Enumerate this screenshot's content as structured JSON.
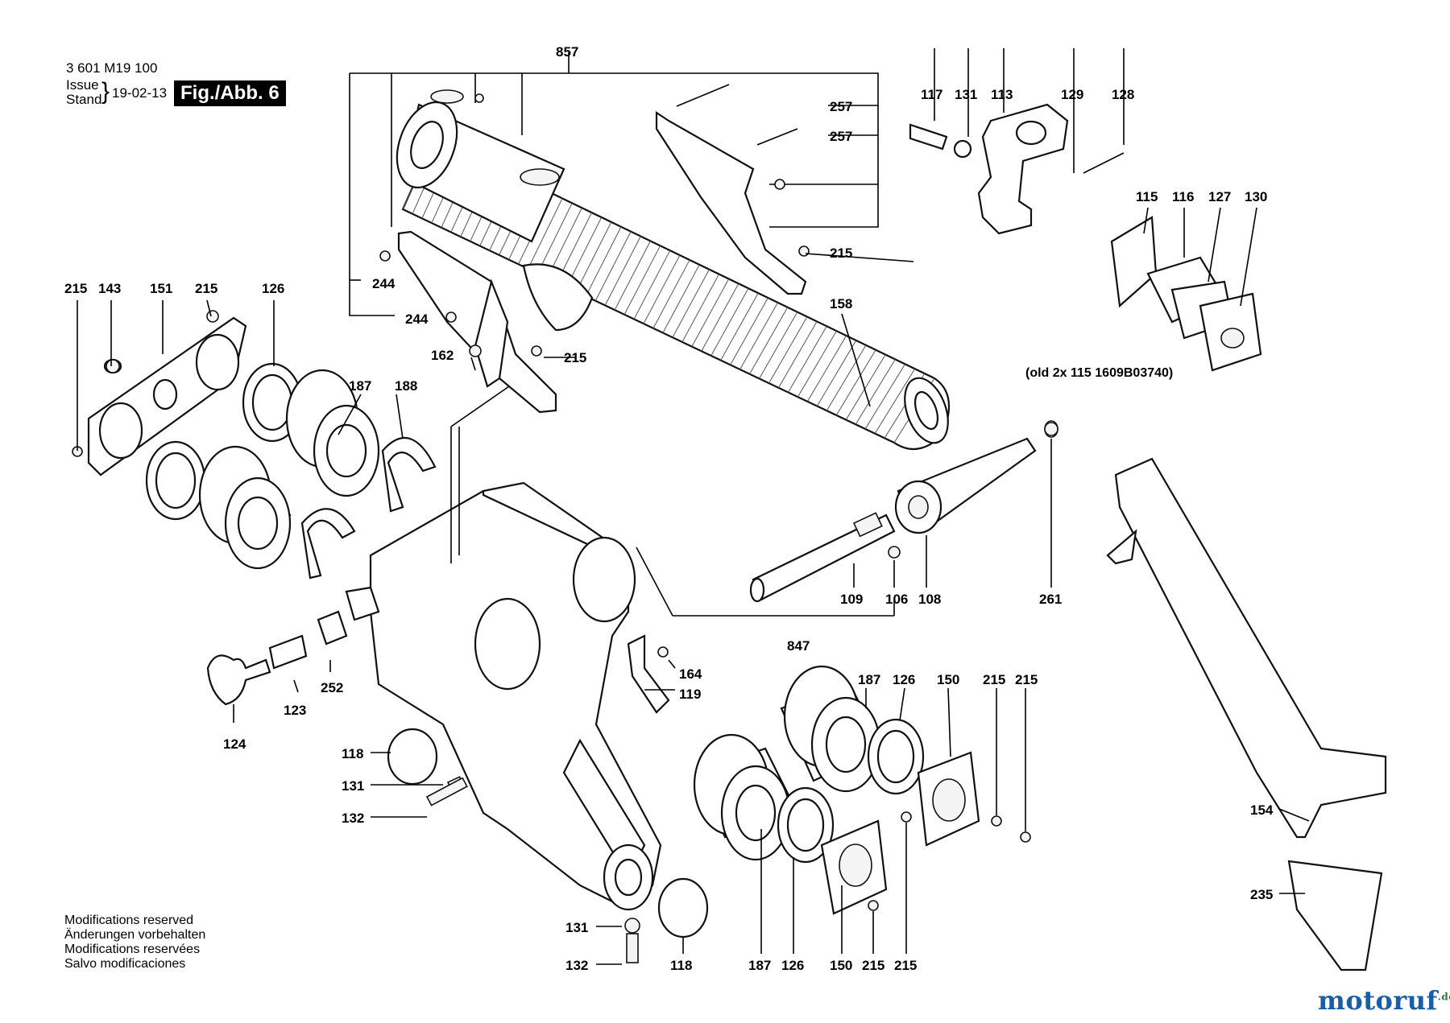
{
  "header": {
    "part_number": "3 601 M19 100",
    "issue_label": "Issue",
    "stand_label": "Stand",
    "date": "19-02-13",
    "figure": "Fig./Abb. 6"
  },
  "notes": [
    "Modifications reserved",
    "Änderungen vorbehalten",
    "Modifications reservées",
    "Salvo modificaciones"
  ],
  "watermark": {
    "text": "motoruf",
    "suffix": ".de",
    "colors": {
      "mo": "#1a5ea8",
      "to": "#2f7a3a",
      "ruf": "#1a5ea8"
    }
  },
  "callouts": [
    {
      "id": "857"
    },
    {
      "id": "257"
    },
    {
      "id": "257"
    },
    {
      "id": "215"
    },
    {
      "id": "244"
    },
    {
      "id": "244"
    },
    {
      "id": "158"
    },
    {
      "id": "162"
    },
    {
      "id": "215"
    },
    {
      "id": "117"
    },
    {
      "id": "131"
    },
    {
      "id": "113"
    },
    {
      "id": "129"
    },
    {
      "id": "128"
    },
    {
      "id": "115"
    },
    {
      "id": "116"
    },
    {
      "id": "127"
    },
    {
      "id": "130"
    },
    {
      "id": "215"
    },
    {
      "id": "143"
    },
    {
      "id": "151"
    },
    {
      "id": "215"
    },
    {
      "id": "126"
    },
    {
      "id": "187"
    },
    {
      "id": "188"
    },
    {
      "id": "261"
    },
    {
      "id": "109"
    },
    {
      "id": "106"
    },
    {
      "id": "108"
    },
    {
      "id": "847"
    },
    {
      "id": "164"
    },
    {
      "id": "119"
    },
    {
      "id": "252"
    },
    {
      "id": "123"
    },
    {
      "id": "124"
    },
    {
      "id": "187"
    },
    {
      "id": "126"
    },
    {
      "id": "150"
    },
    {
      "id": "215"
    },
    {
      "id": "215"
    },
    {
      "id": "118"
    },
    {
      "id": "131"
    },
    {
      "id": "132"
    },
    {
      "id": "154"
    },
    {
      "id": "235"
    },
    {
      "id": "131"
    },
    {
      "id": "132"
    },
    {
      "id": "118"
    },
    {
      "id": "187"
    },
    {
      "id": "126"
    },
    {
      "id": "150"
    },
    {
      "id": "215"
    },
    {
      "id": "215"
    }
  ],
  "replacement_note": "(old 2x 115 1609B03740)"
}
